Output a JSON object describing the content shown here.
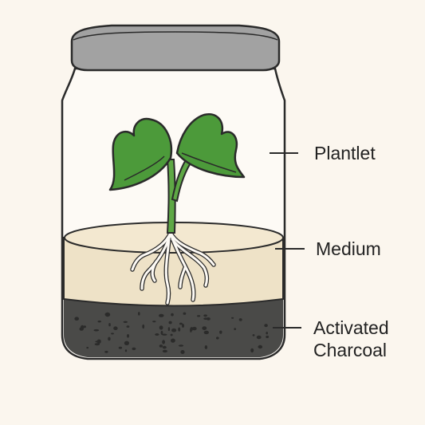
{
  "labels": {
    "plantlet": "Plantlet",
    "medium": "Medium",
    "charcoal_line1": "Activated",
    "charcoal_line2": "Charcoal"
  },
  "colors": {
    "background": "#fbf6ee",
    "lid": "#a2a2a2",
    "glass": "#fdfaf5",
    "medium": "#eee2c7",
    "charcoal": "#4a4a48",
    "leaf": "#4c9a3a",
    "stem": "#5ea845",
    "outline": "#2a2a2a"
  },
  "icons": {
    "jar": "glass-jar-icon",
    "lid": "jar-lid-icon",
    "plant": "plantlet-seedling-icon",
    "roots": "roots-icon"
  }
}
